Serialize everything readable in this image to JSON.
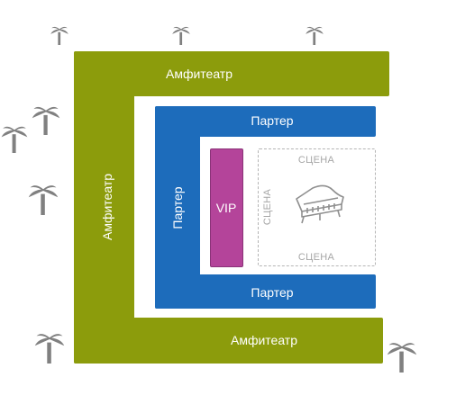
{
  "zones": {
    "amphitheater": {
      "label": "Амфитеатр",
      "color": "#8c9c0c"
    },
    "parterre": {
      "label": "Партер",
      "color": "#1d6cbb"
    },
    "vip": {
      "label": "VIP",
      "color": "#b4449a"
    },
    "stage": {
      "label": "СЦЕНА",
      "color": "#a6a6a6"
    }
  },
  "decor": {
    "palm_color": "#7f7f7f",
    "palm_icon": "palm-tree-icon",
    "piano_icon": "grand-piano-icon"
  }
}
